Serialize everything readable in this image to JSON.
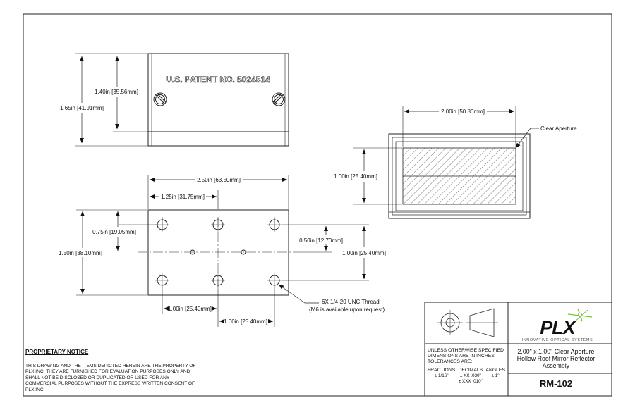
{
  "drawing": {
    "top_view": {
      "patent_text": "U.S. PATENT NO. 5024514",
      "dim_height_outer": "1.65in",
      "dim_height_outer_mm": "41.91mm",
      "dim_height_inner": "1.40in",
      "dim_height_inner_mm": "35.56mm"
    },
    "base_view": {
      "dim_width": "2.50in",
      "dim_width_mm": "63.50mm",
      "dim_half_width": "1.25in",
      "dim_half_width_mm": "31.75mm",
      "dim_height": "1.50in",
      "dim_height_mm": "38.10mm",
      "dim_row_offset": "0.75in",
      "dim_row_offset_mm": "19.05mm",
      "dim_right_half": "0.50in",
      "dim_right_half_mm": "12.70mm",
      "dim_right_full": "1.00in",
      "dim_right_full_mm": "25.40mm",
      "dim_bottom_1": "1.00in",
      "dim_bottom_1_mm": "25.40mm",
      "dim_bottom_2": "1.00in",
      "dim_bottom_2_mm": "25.40mm",
      "thread_note_1": "6X 1/4-20 UNC Thread",
      "thread_note_2": "(M6 is available upon request)"
    },
    "front_view": {
      "dim_width": "2.00in",
      "dim_width_mm": "50.80mm",
      "dim_height": "1.00in",
      "dim_height_mm": "25.40mm",
      "aperture_label": "Clear Aperture"
    }
  },
  "notice": {
    "title": "PROPRIETARY NOTICE",
    "body": "THIS DRAWING AND THE ITEMS DEPICTED HEREIN ARE THE PROPERTY OF\nPLX INC. THEY ARE FURNISHED FOR EVALUATION PURPOSES ONLY AND\nSHALL NOT BE DISCLOSED OR DUPLICATED OR USED FOR ANY\nCOMMERCIAL PURPOSES WITHOUT THE EXPRESS WRITTEN CONSENT OF\nPLX INC."
  },
  "title_block": {
    "tolerance_header": "UNLESS OTHERWISE SPECIFIED\nDIMENSIONS ARE IN INCHES\nTOLERANCES ARE:",
    "fractions_label": "FRACTIONS",
    "fractions_value": "± 1/16\"",
    "decimals_label": "DECIMALS",
    "decimals_value": "± XX  .030\"\n± XXX .010\"",
    "angles_label": "ANGLES",
    "angles_value": "± 1°",
    "description_1": "2.00\" x 1.00\" Clear Aperture",
    "description_2": "Hollow Roof Mirror Reflector",
    "description_3": "Assembly",
    "part_number": "RM-102",
    "logo_text": "PLX",
    "logo_tagline": "INNOVATIVE OPTICAL SYSTEMS",
    "logo_color": "#7ac143"
  }
}
